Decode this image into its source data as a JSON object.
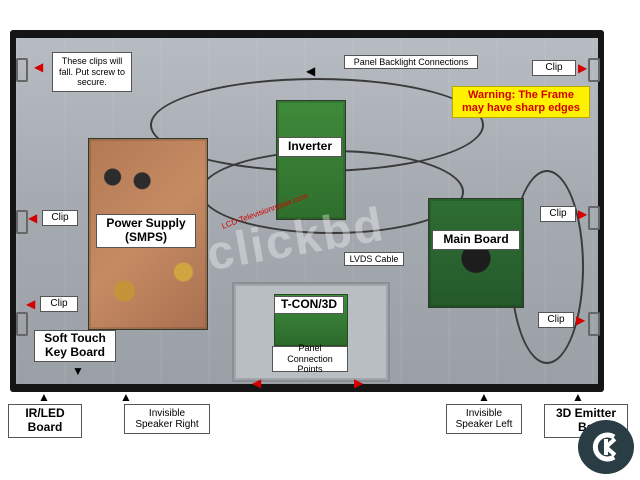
{
  "labels": {
    "clips_note": "These clips will\nfall. Put screw to\nsecure.",
    "backlight": "Panel Backlight Connections",
    "warning": "Warning: The Frame\nmay have sharp edges",
    "inverter": "Inverter",
    "power_supply": "Power Supply\n(SMPS)",
    "main_board": "Main Board",
    "lvds": "LVDS Cable",
    "tcon": "T-CON/3D",
    "panel_connection": "Panel Connection\nPoints",
    "soft_touch": "Soft Touch\nKey Board",
    "ir_led": "IR/LED\nBoard",
    "speaker_right": "Invisible\nSpeaker Right",
    "speaker_left": "Invisible\nSpeaker Left",
    "emitter": "3D Emitter\nBo",
    "clip": "Clip"
  },
  "watermark": {
    "text": "clickbd",
    "link": "LCD-Televisionrepair.com"
  },
  "colors": {
    "warning_bg": "#fff200",
    "warning_text": "#d40000",
    "arrow": "#d40000"
  },
  "icons": {
    "logo": "clickbd-logo-icon"
  }
}
